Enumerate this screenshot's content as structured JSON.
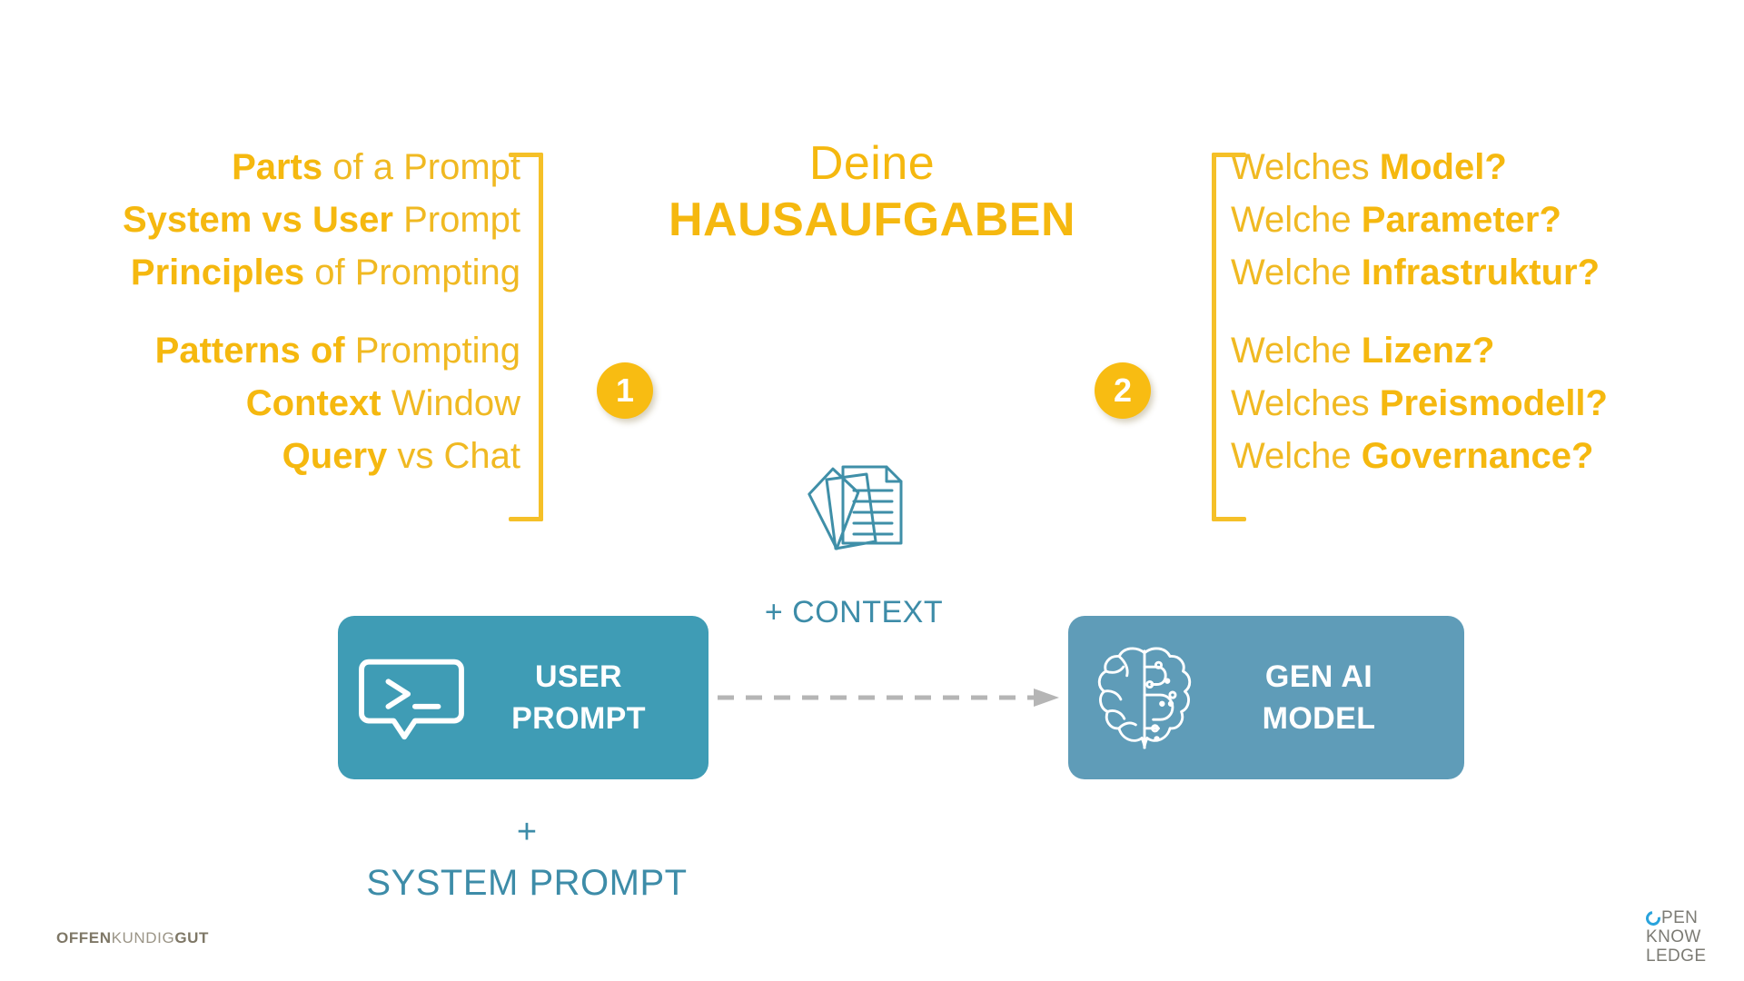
{
  "slide": {
    "title_line1": "Deine",
    "title_line2": "HAUSAUFGABEN",
    "accent_yellow": "#f5b80f",
    "accent_teal": "#3f9cb5",
    "accent_teal_dark": "#5f9cb8",
    "background": "#ffffff"
  },
  "left_group": {
    "badge": "1",
    "items": [
      {
        "bold": "Parts",
        "rest": " of a Prompt"
      },
      {
        "bold": "System vs User",
        "rest": " Prompt"
      },
      {
        "bold": "Principles",
        "rest": " of Prompting"
      },
      {
        "bold": "Patterns of",
        "rest": " Prompting"
      },
      {
        "bold": "Context",
        "rest": " Window"
      },
      {
        "bold": "Query",
        "rest": " vs Chat"
      }
    ]
  },
  "right_group": {
    "badge": "2",
    "items": [
      {
        "rest": "Welches ",
        "bold": "Model?"
      },
      {
        "rest": "Welche ",
        "bold": "Parameter?"
      },
      {
        "rest": "Welche ",
        "bold": "Infrastruktur?"
      },
      {
        "rest": "Welche ",
        "bold": "Lizenz?"
      },
      {
        "rest": "Welches ",
        "bold": "Preismodell?"
      },
      {
        "rest": "Welche ",
        "bold": "Governance?"
      }
    ]
  },
  "flow": {
    "context_label": "+ CONTEXT",
    "context_icon": "documents-stack-icon",
    "user_box": {
      "label_line1": "USER",
      "label_line2": "PROMPT",
      "icon": "terminal-prompt-icon",
      "color": "#3f9cb5"
    },
    "model_box": {
      "label_line1": "GEN AI",
      "label_line2": "MODEL",
      "icon": "brain-ai-icon",
      "color": "#5f9cb8"
    },
    "arrow_icon": "dashed-arrow-right-icon",
    "plus_sign": "+",
    "system_prompt_label": "SYSTEM PROMPT"
  },
  "footer": {
    "logo_left": {
      "part1": "OFFEN",
      "part2": "KUNDIG",
      "part3": "GUT",
      "color": "#8a8372"
    },
    "logo_right": {
      "line1": "PEN",
      "line2": "KNOW",
      "line3": "LEDGE",
      "mark_color": "#29a3dc",
      "text_color": "#7c7b74"
    }
  }
}
